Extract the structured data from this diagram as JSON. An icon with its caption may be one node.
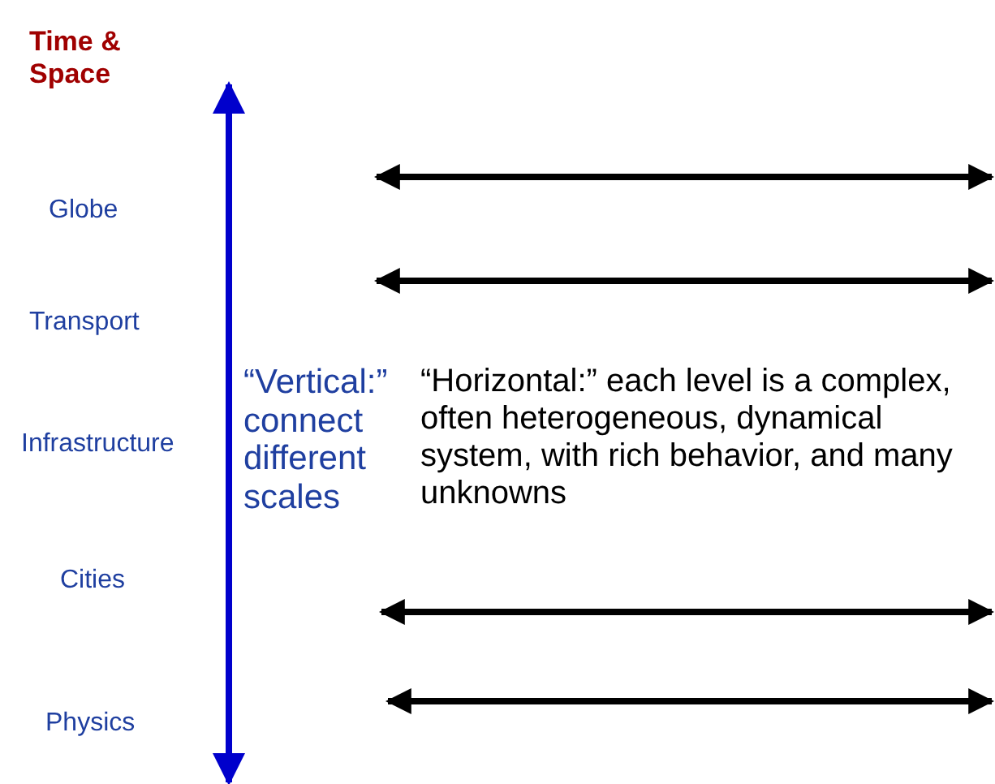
{
  "diagram": {
    "labels": [
      "Time & Space",
      "Globe",
      "Transport",
      "Infrastructure",
      "Cities",
      "Physics",
      "“Vertical:” connect different scales",
      "“Horizontal:” each level is a complex, often heterogeneous, dynamical system, with rich behavior, and many unknowns"
    ]
  }
}
